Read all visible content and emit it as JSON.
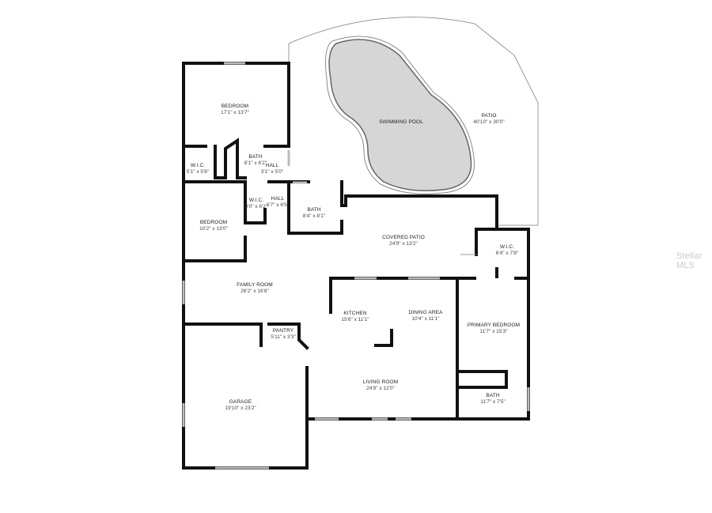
{
  "rooms": {
    "swimming_pool": {
      "name": "SWIMMING POOL",
      "dims": ""
    },
    "patio": {
      "name": "PATIO",
      "dims": "40'10\" x 30'0\""
    },
    "bedroom_top": {
      "name": "BEDROOM",
      "dims": "17'1\" x 13'7\""
    },
    "wic_left": {
      "name": "W.I.C.",
      "dims": "5'1\" x 5'6\""
    },
    "bath_top": {
      "name": "BATH",
      "dims": "8'1\" x 6'2\""
    },
    "hall_top": {
      "name": "HALL",
      "dims": "3'1\" x 5'0\""
    },
    "wic_mid": {
      "name": "W.I.C.",
      "dims": "3'0\" x 6'2\""
    },
    "hall_mid": {
      "name": "HALL",
      "dims": "3'7\" x 6'5\""
    },
    "bath_mid": {
      "name": "BATH",
      "dims": "8'4\" x 8'1\""
    },
    "bedroom_left": {
      "name": "BEDROOM",
      "dims": "10'2\" x 13'0\""
    },
    "covered_patio": {
      "name": "COVERED PATIO",
      "dims": "24'9\" x 13'2\""
    },
    "wic_right": {
      "name": "W.I.C.",
      "dims": "6'4\" x 7'8\""
    },
    "family_room": {
      "name": "FAMILY ROOM",
      "dims": "26'2\" x 16'8\""
    },
    "kitchen": {
      "name": "KITCHEN",
      "dims": "15'8\" x 11'1\""
    },
    "dining_area": {
      "name": "DINING AREA",
      "dims": "10'4\" x 11'1\""
    },
    "primary_bedroom": {
      "name": "PRIMARY BEDROOM",
      "dims": "11'7\" x 15'3\""
    },
    "pantry": {
      "name": "PANTRY",
      "dims": "5'11\" x 3'3\""
    },
    "living_room": {
      "name": "LIVING ROOM",
      "dims": "24'9\" x 12'0\""
    },
    "bath_primary": {
      "name": "BATH",
      "dims": "11'7\" x 7'5\""
    },
    "garage": {
      "name": "GARAGE",
      "dims": "19'10\" x 23'2\""
    }
  },
  "watermark": "Stellar MLS",
  "colors": {
    "wall": "#111111",
    "pool_fill": "#d6d6d6",
    "window": "#bbbbbb"
  }
}
